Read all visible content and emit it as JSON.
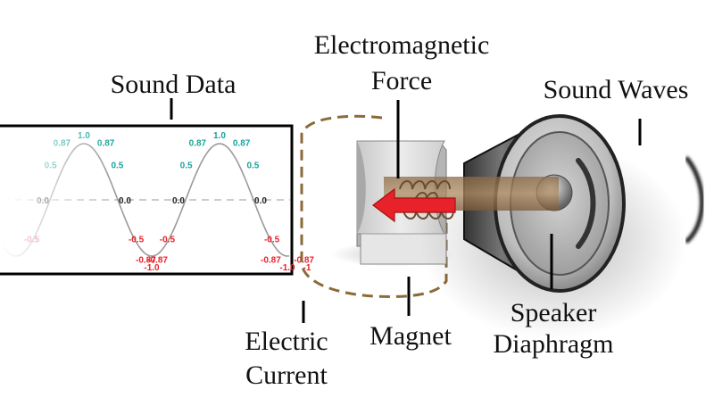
{
  "labels": {
    "sound_data": "Sound Data",
    "em_force_line1": "Electromagnetic",
    "em_force_line2": "Force",
    "sound_waves": "Sound Waves",
    "electric_line1": "Electric",
    "electric_line2": "Current",
    "magnet": "Magnet",
    "speaker_line1": "Speaker",
    "speaker_line2": "Diaphragm"
  },
  "waveform": {
    "values": [
      "1.0",
      "0.87",
      "0.87",
      "0.5",
      "0.5",
      "0.0",
      "0.0",
      "-0.5",
      "-0.5",
      "-0.87",
      "-0.87",
      "-1.0",
      "1.0",
      "0.87",
      "0.87",
      "0.5",
      "0.5",
      "0.0",
      "0.0",
      "-0.5",
      "-0.5",
      "-0.87",
      "-1.0",
      "-0.87",
      "-1"
    ],
    "colors": {
      "positive": "#17a39a",
      "zero": "#222222",
      "negative": "#e8222a"
    }
  },
  "colors": {
    "arrow": "#e8222a",
    "current_loop": "#8b6a3a",
    "frame": "#000000"
  }
}
